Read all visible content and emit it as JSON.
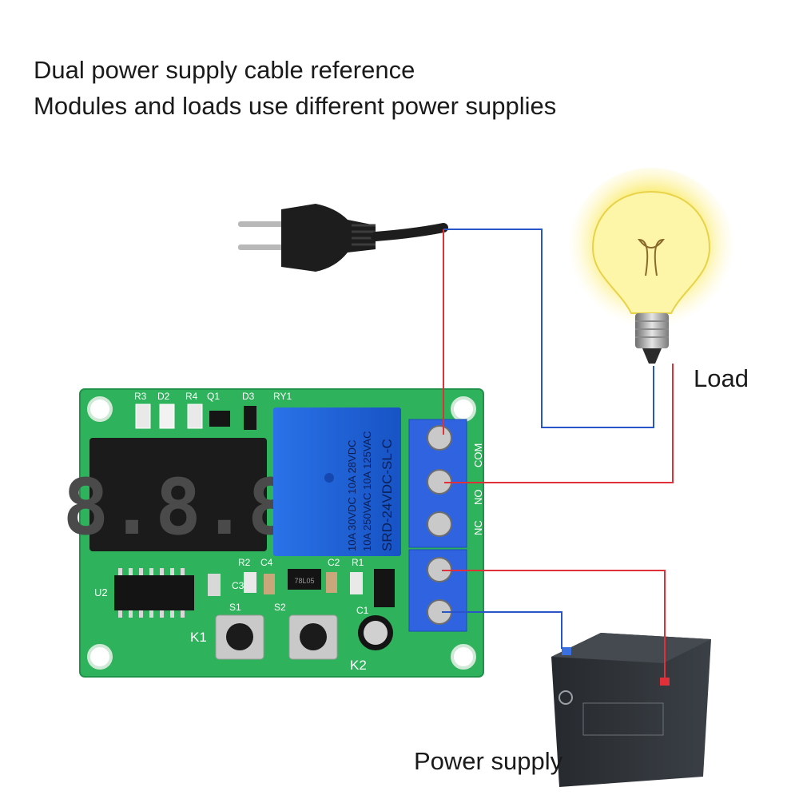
{
  "title": {
    "line1": "Dual power supply cable reference",
    "line2": "Modules and loads use different power supplies"
  },
  "labels": {
    "load": "Load",
    "power_supply": "Power supply"
  },
  "board": {
    "silkscreen": [
      "R3",
      "D2",
      "R4",
      "Q1",
      "D3",
      "RY1",
      "R2",
      "C4",
      "C3",
      "C2",
      "R1",
      "U2",
      "S1",
      "S2",
      "K1",
      "K2",
      "C1"
    ],
    "display": "8.8.8",
    "relay_lines": [
      "SRD-24VDC-SL-C",
      "10A 250VAC  10A 125VAC",
      "10A 30VDC  10A 28VDC"
    ],
    "terminal_labels": [
      "COM",
      "NO",
      "NC"
    ],
    "regulator": "78L05"
  },
  "colors": {
    "pcb": "#2db15a",
    "relay": "#1f64d6",
    "terminal": "#2f63e0",
    "wire_red": "#e0303a",
    "wire_blue": "#2a55c8",
    "battery": "#2e3236",
    "bulb_glow": "#f7e64a"
  }
}
